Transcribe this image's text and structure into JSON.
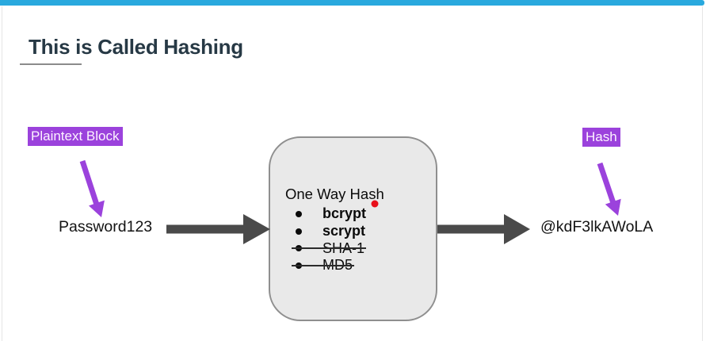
{
  "slide": {
    "title": "This is Called Hashing"
  },
  "diagram": {
    "input": {
      "label": "Plaintext Block",
      "value": "Password123"
    },
    "output": {
      "label": "Hash",
      "value": "@kdF3lkAWoLA"
    },
    "hash_box": {
      "heading": "One Way Hash",
      "algorithms": [
        {
          "name": "bcrypt",
          "recommended": true
        },
        {
          "name": "scrypt",
          "recommended": true
        },
        {
          "name": "SHA-1",
          "recommended": false
        },
        {
          "name": "MD5",
          "recommended": false
        }
      ]
    },
    "colors": {
      "accent_bar": "#29A9DE",
      "title_text": "#273945",
      "highlight_purple": "#9B42DC",
      "flow_arrow_gray": "#4A4A4A",
      "box_fill": "#E9E9E9",
      "box_border": "#8F8F8F",
      "strike_line": "#2B2B2B",
      "red_dot": "#E8101B"
    }
  }
}
